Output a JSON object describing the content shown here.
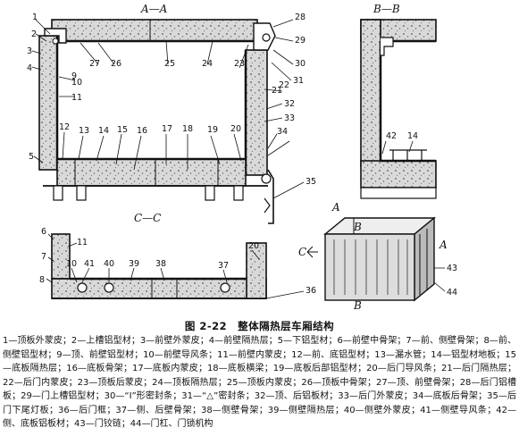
{
  "section_labels": {
    "aa": "A—A",
    "bb": "B—B",
    "cc": "C—C",
    "a_top": "A",
    "a_side": "A",
    "b_top": "B",
    "b_bottom": "B",
    "c_side": "C"
  },
  "callouts": [
    "1",
    "2",
    "3",
    "4",
    "5",
    "6",
    "7",
    "8",
    "9",
    "10",
    "11",
    "12",
    "13",
    "14",
    "15",
    "16",
    "17",
    "18",
    "19",
    "20",
    "21",
    "22",
    "23",
    "24",
    "25",
    "26",
    "27",
    "28",
    "29",
    "30",
    "31",
    "32",
    "33",
    "34",
    "35",
    "36",
    "37",
    "38",
    "39",
    "40",
    "41",
    "42",
    "43",
    "44"
  ],
  "caption": "图 2-22　整体隔热层车厢结构",
  "legend": "1—顶板外蒙皮；2—上槽铝型材；3—前壁外蒙皮；4—前壁隔热层；5—下铝型材；6—前壁中骨架；7—前、侧壁骨架；8—前、侧壁铝型材；9—顶、前壁铝型材；10—前壁导风条；11—前壁内蒙皮；12—前、底铝型材；13—漏水管；14—铝型材地板；15—底板隔热层；16—底板骨架；17—底板内蒙皮；18—底板横梁；19—底板后部铝型材；20—后门导风条；21—后门隔热层；22—后门内蒙皮；23—顶板后蒙皮；24—顶板隔热层；25—顶板内蒙皮；26—顶板中骨架；27—顶、前壁骨架；28—后门铝槽板；29—门上槽铝型材；30—“I”形密封条；31—“△”密封条；32—顶、后铝板材；33—后门外蒙皮；34—底板后骨架；35—后门下尾灯板；36—后门框；37—侧、后壁骨架；38—侧壁骨架；39—侧壁隔热层；40—侧壁外蒙皮；41—侧壁导风条；42—侧、底板铝板材；43—门铰链；44—门杠、门锁机构"
}
